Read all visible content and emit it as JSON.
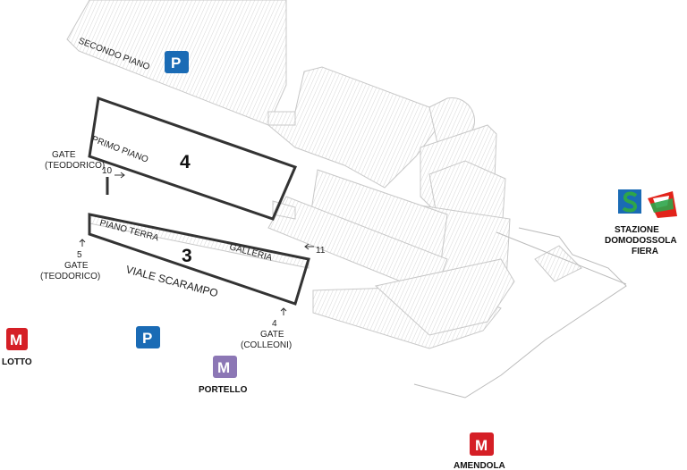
{
  "floors": {
    "secondo_piano": "SECONDO PIANO",
    "primo_piano": "PRIMO PIANO",
    "piano_terra": "PIANO TERRA",
    "galleria": "GALLERIA"
  },
  "halls": {
    "hall_4": "4",
    "hall_3": "3"
  },
  "gates": {
    "gate_10": {
      "label": "GATE",
      "number": "10",
      "name": "(TEODORICO)"
    },
    "gate_5": {
      "number": "5",
      "label": "GATE",
      "name": "(TEODORICO)"
    },
    "gate_11": {
      "number": "11"
    },
    "gate_4": {
      "number": "4",
      "label": "GATE",
      "name": "(COLLEONI)"
    }
  },
  "street": "VIALE SCARAMPO",
  "parking": {
    "symbol": "P"
  },
  "metro": {
    "symbol": "M",
    "lotto": "LOTTO",
    "portello": "PORTELLO",
    "amendola": "AMENDOLA"
  },
  "station": {
    "line1": "STAZIONE",
    "line2": "DOMODOSSOLA",
    "line3": "FIERA"
  },
  "colors": {
    "parking_blue": "#1a6bb5",
    "metro_red": "#d51f26",
    "metro_lilac": "#8c77b5",
    "suburban_blue": "#1a6bb5",
    "suburban_green": "#2ea54a",
    "trenord_red": "#e2231a",
    "building_stroke": "#cfcfcf",
    "hall_outline": "#333333"
  },
  "icons": [
    "arrow-icon",
    "parking-icon",
    "metro-icon",
    "suburban-rail-icon",
    "trenord-icon"
  ]
}
